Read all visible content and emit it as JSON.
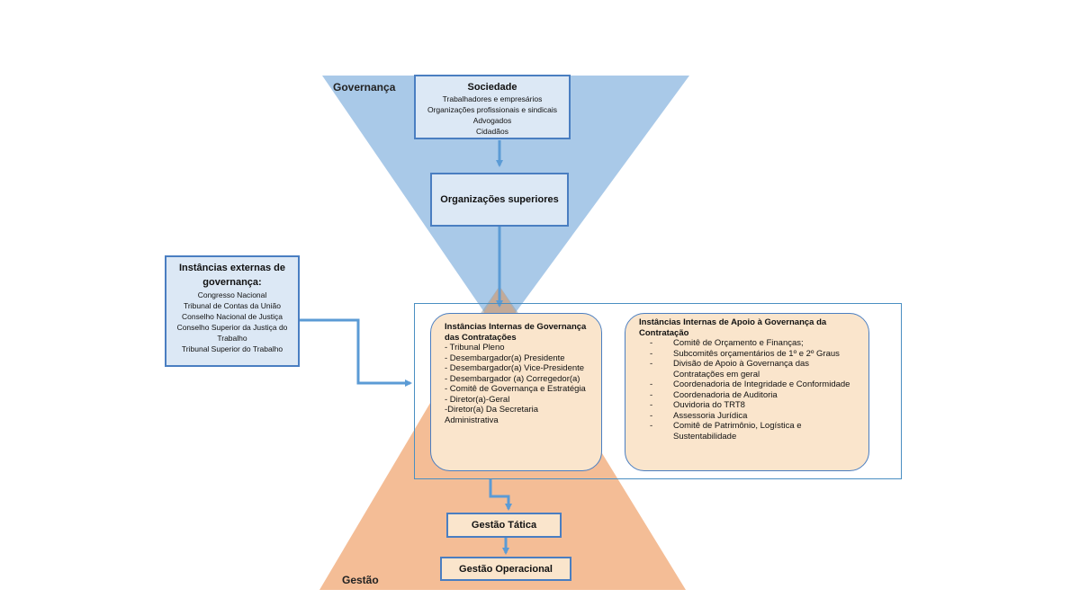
{
  "labels": {
    "governanca": "Governança",
    "gestao": "Gestão"
  },
  "sociedade": {
    "title": "Sociedade",
    "items": [
      "Trabalhadores e empresários",
      "Organizações profissionais e sindicais",
      "Advogados",
      "Cidadãos"
    ]
  },
  "organizacoes_superiores": "Organizações superiores",
  "externas": {
    "title": "Instâncias externas de governança:",
    "items": [
      "Congresso Nacional",
      "Tribunal de Contas da União",
      "Conselho Nacional de Justiça",
      "Conselho Superior da Justiça do Trabalho",
      "Tribunal Superior do Trabalho"
    ]
  },
  "internas": {
    "title": "Instâncias Internas de Governança das Contratações",
    "items": [
      "- Tribunal Pleno",
      "-  Desembargador(a)  Presidente",
      "- Desembargador(a) Vice-Presidente",
      "- Desembargador (a) Corregedor(a)",
      "- Comitê de Governança e Estratégia",
      "- Diretor(a)-Geral",
      "-Diretor(a) Da Secretaria Administrativa"
    ]
  },
  "apoio": {
    "title": "Instâncias Internas de Apoio à Governança da Contratação",
    "items": [
      "Comitê de Orçamento e Finanças;",
      "Subcomitês orçamentários de 1º e 2º Graus",
      "Divisão de Apoio à Governança das Contratações em geral",
      "Coordenadoria de Integridade e Conformidade",
      "Coordenadoria de Auditoria",
      "Ouvidoria do TRT8",
      "Assessoria Jurídica",
      "Comitê de Patrimônio, Logística e Sustentabilidade"
    ]
  },
  "gestao_tatica": "Gestão Tática",
  "gestao_operacional": "Gestão Operacional",
  "colors": {
    "governance_triangle": "#a9c9e8",
    "management_triangle": "#f4bd96",
    "box_fill": "#dce8f5",
    "box_border": "#4a7ec1",
    "panel_fill": "#fae5cc",
    "arrow": "#5b9bd5"
  }
}
